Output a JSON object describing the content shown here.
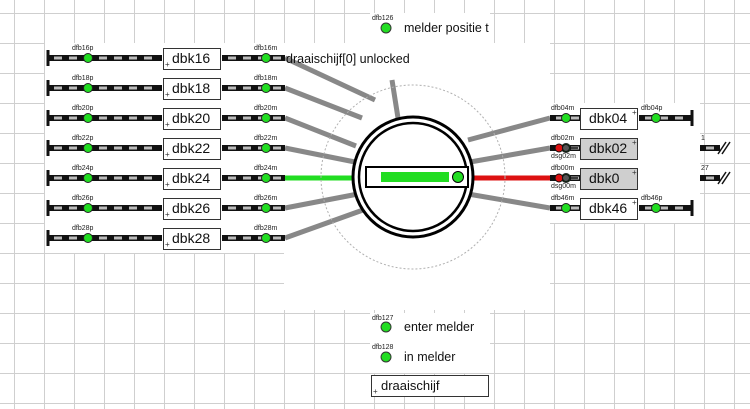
{
  "top_sensor": {
    "label": "dfb126",
    "text": "melder positie t"
  },
  "turntable": {
    "title": "draaischijf[0] unlocked",
    "name": "draaischijf"
  },
  "left_tracks": [
    {
      "p": "dfb16p",
      "m": "dfb16m",
      "block": "dbk16"
    },
    {
      "p": "dfb18p",
      "m": "dfb18m",
      "block": "dbk18"
    },
    {
      "p": "dfb20p",
      "m": "dfb20m",
      "block": "dbk20"
    },
    {
      "p": "dfb22p",
      "m": "dfb22m",
      "block": "dbk22"
    },
    {
      "p": "dfb24p",
      "m": "dfb24m",
      "block": "dbk24"
    },
    {
      "p": "dfb26p",
      "m": "dfb26m",
      "block": "dbk26"
    },
    {
      "p": "dfb28p",
      "m": "dfb28m",
      "block": "dbk28"
    }
  ],
  "right_tracks": [
    {
      "m": "dfb04m",
      "p": "dfb04p",
      "block": "dbk04"
    },
    {
      "m": "dfb02m",
      "signal": "dsg02m",
      "block": "dbk02",
      "extra": "1"
    },
    {
      "m": "dfb00m",
      "signal": "dsg00m",
      "block": "dbk0",
      "extra": "27"
    },
    {
      "m": "dfb46m",
      "p": "dfb46p",
      "block": "dbk46"
    }
  ],
  "bottom_sensors": [
    {
      "label": "dfb127",
      "text": "enter melder"
    },
    {
      "label": "dfb128",
      "text": "in melder"
    }
  ],
  "colors": {
    "active_track": "#22dd22",
    "locked_track": "#dd1111",
    "rail": "#888888",
    "sensor": "#22dd22"
  }
}
